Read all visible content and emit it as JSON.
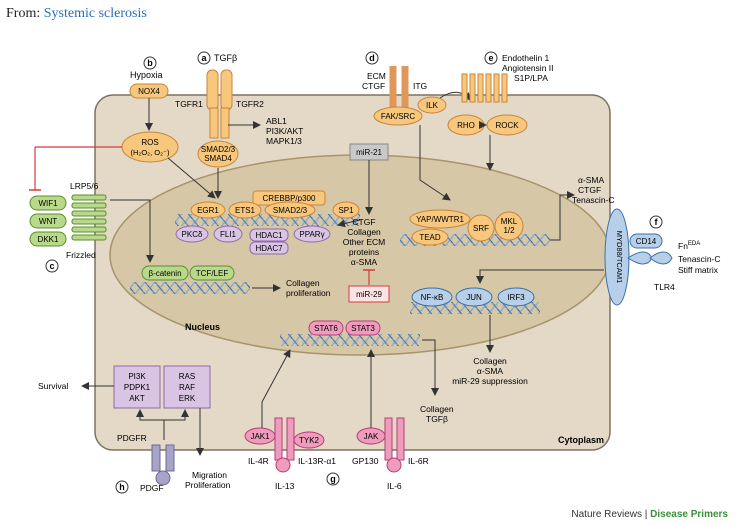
{
  "header": {
    "from_label": "From:",
    "link_text": "Systemic sclerosis"
  },
  "footer": {
    "journal": "Nature Reviews",
    "separator": "|",
    "series": "Disease Primers"
  },
  "panels": [
    "a",
    "b",
    "c",
    "d",
    "e",
    "f",
    "g",
    "h"
  ],
  "labels": {
    "tgfb": "TGFβ",
    "tgfr1": "TGFR1",
    "tgfr2": "TGFR2",
    "abl1": "ABL1",
    "pi3k_akt": "PI3K/AKT",
    "mapk": "MAPK1/3",
    "smad23": "SMAD2/3",
    "smad4": "SMAD4",
    "hypoxia": "Hypoxia",
    "nox4": "NOX4",
    "ros": "ROS",
    "ros_sub": "(H₂O₂, O₂⁻)",
    "lrp56": "LRP5/6",
    "wif1": "WIF1",
    "wnt": "WNT",
    "dkk1": "DKK1",
    "frizzled": "Frizzled",
    "ecm": "ECM",
    "ctgf": "CTGF",
    "itg": "ITG",
    "fak": "FAK/SRC",
    "ilk": "ILK",
    "endothelin": "Endothelin 1",
    "angiotensin": "Angiotensin II",
    "s1p": "S1P/LPA",
    "rho": "RHO",
    "rock": "ROCK",
    "mir21": "miR-21",
    "mir29": "miR-29",
    "crebbp": "CREBBP/p300",
    "egr1": "EGR1",
    "ets1": "ETS1",
    "smad23b": "SMAD2/3",
    "sp1": "SP1",
    "pkcd": "PKCδ",
    "fli1": "FLI1",
    "hdac1": "HDAC1",
    "hdac7": "HDAC7",
    "ppar": "PPARγ",
    "out1": "CTGF",
    "out2": "Collagen",
    "out3": "Other ECM",
    "out4": "proteins",
    "out5": "α-SMA",
    "yap": "YAP/WWTR1",
    "tead": "TEAD",
    "srf": "SRF",
    "mkl": "MKL",
    "mkl2": "1/2",
    "asma": "α-SMA",
    "ctgf2": "CTGF",
    "tenascin": "Tenascin-C",
    "myd88": "MYD88/TCAM1",
    "cd14": "CD14",
    "fn": "Fn",
    "fn_sup": "EDA",
    "tenascin2": "Tenascin-C",
    "stiff": "Stiff matrix",
    "tlr4": "TLR4",
    "bcat": "β-catenin",
    "tcf": "TCF/LEF",
    "coll_prolif1": "Collagen",
    "coll_prolif2": "proliferation",
    "nfkb": "NF-κB",
    "jun": "JUN",
    "irf3": "IRF3",
    "res1": "Collagen",
    "res2": "α-SMA",
    "res3": "miR-29 suppression",
    "nucleus": "Nucleus",
    "cytoplasm": "Cytoplasm",
    "stat6": "STAT6",
    "stat3": "STAT3",
    "coll_tgfb1": "Collagen",
    "coll_tgfb2": "TGFβ",
    "pi3k": "PI3K",
    "pdpk1": "PDPK1",
    "akt": "AKT",
    "ras": "RAS",
    "raf": "RAF",
    "erk": "ERK",
    "survival": "Survival",
    "pdgfr": "PDGFR",
    "pdgf": "PDGF",
    "migration": "Migration",
    "prolif": "Proliferation",
    "jak1": "JAK1",
    "tyk2": "TYK2",
    "il4r": "IL-4R",
    "il13r": "IL-13R-α1",
    "il13": "IL-13",
    "jak": "JAK",
    "gp130": "GP130",
    "il6r": "IL-6R",
    "il6": "IL-6"
  },
  "colors": {
    "cell": "#e3d9c6",
    "cell_border": "#7c7262",
    "nucleus": "#d6c7a6",
    "nucleus_border": "#a8946c",
    "orange_fill": "#f6c77c",
    "orange_stroke": "#c8853b",
    "purple_fill": "#d9c4e4",
    "purple_stroke": "#8f6aa8",
    "blue_fill": "#b7cfe9",
    "blue_stroke": "#3e6fa6",
    "green_fill": "#b9d98a",
    "green_stroke": "#5d8b2f",
    "pink_fill": "#ee9bbd",
    "pink_stroke": "#b33f73",
    "red_inhibit": "#d43c3c",
    "link": "#2a6ebb"
  }
}
